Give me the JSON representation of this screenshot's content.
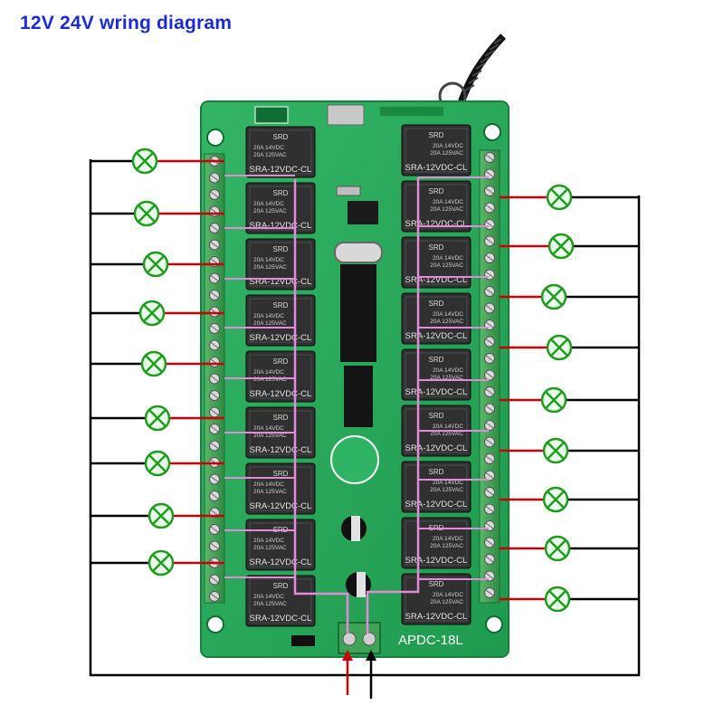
{
  "title": "12V 24V wring diagram",
  "board": {
    "model_label": "APDC-18L",
    "relay_model": "SRA-12VDC-CL",
    "relay_brand": "SRD",
    "relay_rating_1": "20A 14VDC",
    "relay_rating_2": "20A 125VAC",
    "relay_count_left": 9,
    "relay_count_right": 9
  },
  "loads": {
    "left_count": 9,
    "right_count": 9
  },
  "colors": {
    "board": "#27a558",
    "board_dark": "#138a3f",
    "relay": "#2c2c2c",
    "terminal": "#3b9c52",
    "wire_red": "#c8000a",
    "wire_black": "#000000",
    "wire_pink": "#e58ad8",
    "lamp": "#1f9c1f",
    "lamp_fill": "#eaffea"
  }
}
